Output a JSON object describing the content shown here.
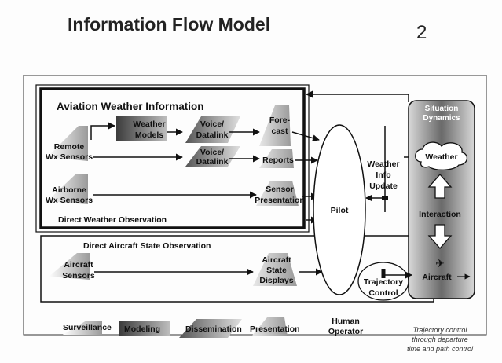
{
  "slide": {
    "title": "Information Flow Model",
    "page_number": "2"
  },
  "weather_box": {
    "title": "Aviation Weather Information",
    "footer": "Direct Weather Observation",
    "nodes": {
      "weather_models": [
        "Weather",
        "Models"
      ],
      "voice_datalink_1": [
        "Voice/",
        "Datalink"
      ],
      "forecast": [
        "Fore-",
        "cast"
      ],
      "remote_sensors": [
        "Remote",
        "Wx Sensors"
      ],
      "voice_datalink_2": [
        "Voice/",
        "Datalink"
      ],
      "reports": [
        "Reports"
      ],
      "airborne_sensors": [
        "Airborne",
        "Wx Sensors"
      ],
      "sensor_presentation": [
        "Sensor",
        "Presentation"
      ]
    }
  },
  "aircraft_box": {
    "title": "Direct Aircraft State Observation",
    "nodes": {
      "aircraft_sensors": [
        "Aircraft",
        "Sensors"
      ],
      "aircraft_state_displays": [
        "Aircraft",
        "State",
        "Displays"
      ]
    }
  },
  "pilot": "Pilot",
  "weather_info_update": [
    "Weather",
    "Info",
    "Update"
  ],
  "trajectory_control": [
    "Trajectory",
    "Control"
  ],
  "situation_dynamics": {
    "title": [
      "Situation",
      "Dynamics"
    ],
    "weather": "Weather",
    "interaction": "Interaction",
    "aircraft": "Aircraft"
  },
  "legend": {
    "surveillance": "Surveillance",
    "modeling": "Modeling",
    "dissemination": "Dissemination",
    "presentation": "Presentation",
    "human_operator": [
      "Human",
      "Operator"
    ]
  },
  "note": [
    "Trajectory control",
    "through departure",
    "time and path control"
  ],
  "colors": {
    "stroke": "#111111",
    "shade_dark": "#4a4a4a",
    "shade_light": "#c8c8c8",
    "background": "#fdfdfd"
  }
}
